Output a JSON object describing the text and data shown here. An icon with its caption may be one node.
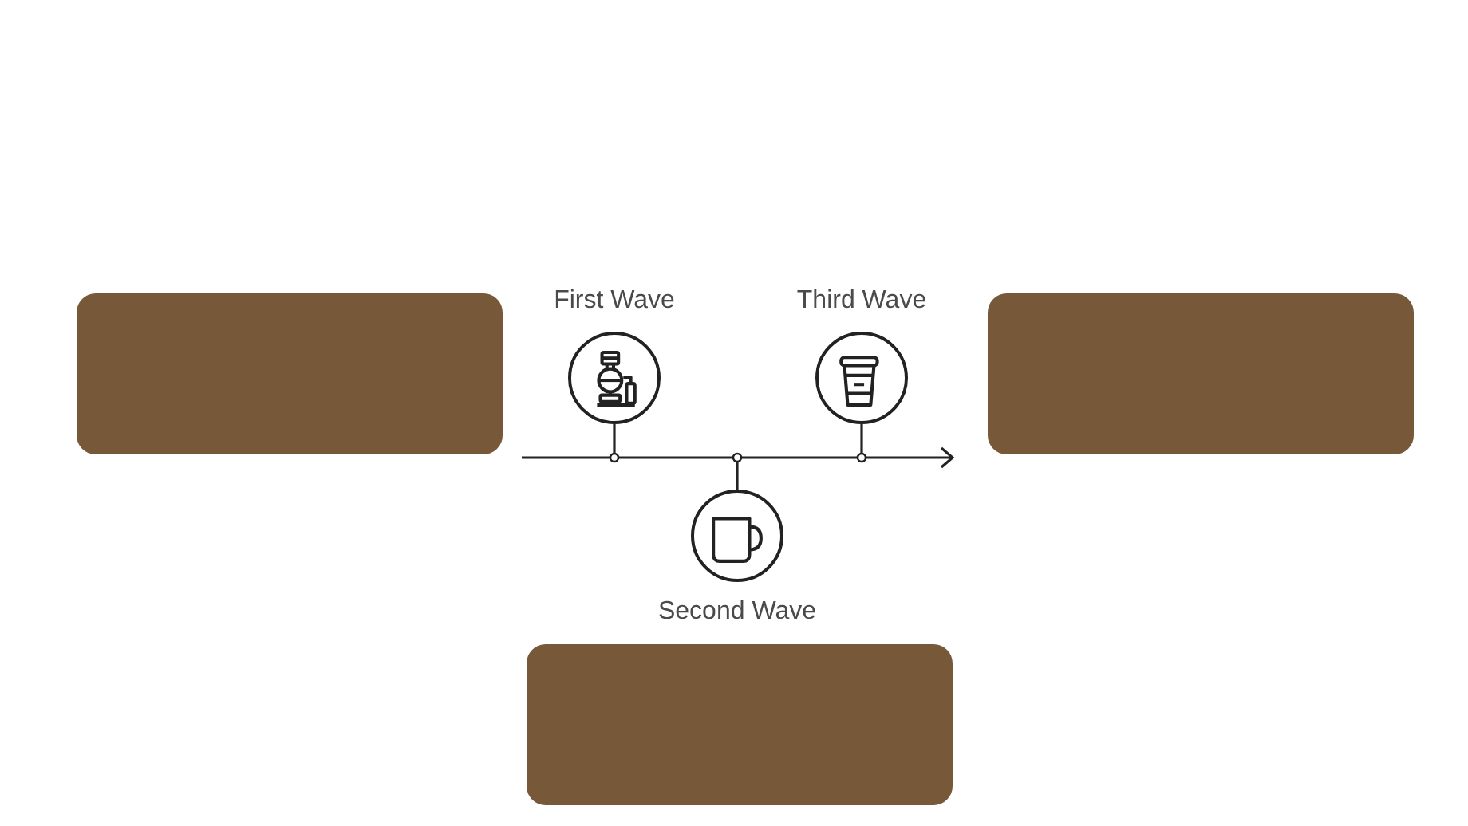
{
  "diagram": {
    "nodes": [
      {
        "text": [],
        "shape": "box"
      },
      {
        "text": [
          "First Wave"
        ]
      },
      {
        "text": [
          "Third Wave"
        ]
      },
      {
        "text": [],
        "shape": "box"
      },
      {
        "text": [
          "Second Wave"
        ]
      },
      {
        "text": [],
        "shape": "box"
      }
    ],
    "edges": [
      {
        "from": 1,
        "to": null,
        "arrow": "other"
      },
      {
        "from": 2,
        "to": null,
        "arrow": "other"
      },
      {
        "from": 4,
        "to": null,
        "arrow": "other"
      }
    ]
  }
}
